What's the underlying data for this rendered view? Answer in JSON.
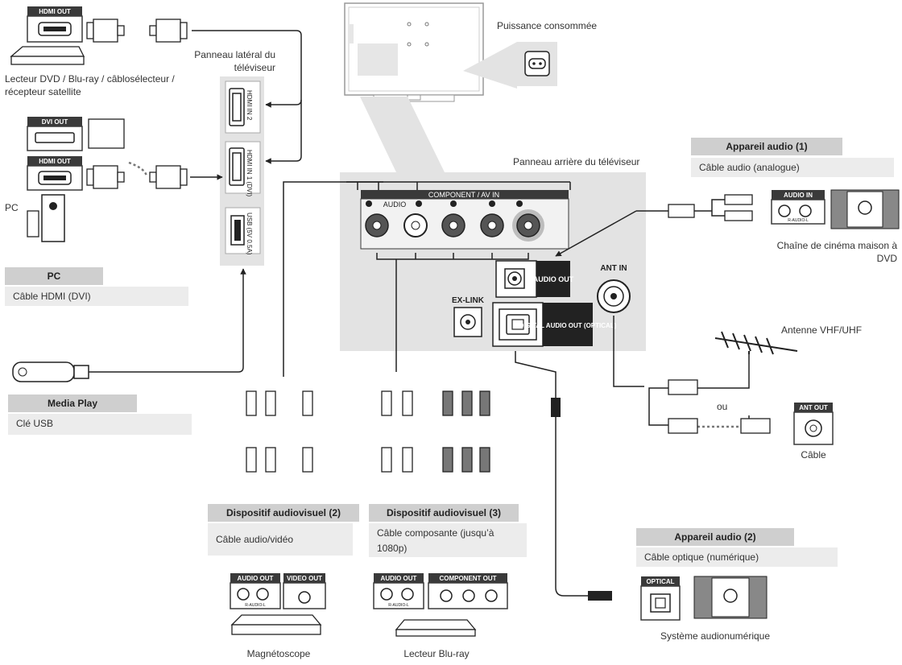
{
  "colors": {
    "panel_bg": "#e3e3e3",
    "cable": "#222222",
    "title_bg": "#cfcfcf",
    "desc_bg": "#ececec",
    "label_dark": "#3a3a3a"
  },
  "tv_labels": {
    "power": "Puissance consommée",
    "side_panel": "Panneau latéral du téléviseur",
    "rear_panel": "Panneau arrière du téléviseur"
  },
  "side_ports": {
    "hdmi2": "HDMI IN 2",
    "hdmi1": "HDMI IN 1 (DVI)",
    "usb": "USB (5V 0.5A)"
  },
  "rear_ports": {
    "component_header": "COMPONENT / AV IN",
    "audio": "AUDIO",
    "audio_out": "AUDIO OUT",
    "ex_link": "EX-LINK",
    "digital_out": "DIGITAL AUDIO OUT (OPTICAL)",
    "ant_in": "ANT IN"
  },
  "devices": {
    "dvd_label": "Lecteur DVD / Blu-ray / câblosélecteur / récepteur satellite",
    "hdmi_out": "HDMI OUT",
    "dvi_out": "DVI OUT",
    "pc_label": "PC",
    "home_theater": "Chaîne de cinéma maison à DVD",
    "audio_in": "AUDIO IN",
    "r_audio_l": "R-AUDIO-L",
    "antenna": "Antenne VHF/UHF",
    "ou": "ou",
    "ant_out": "ANT OUT",
    "cable_tv": "Câble",
    "optical": "OPTICAL",
    "digital_system": "Système audionumérique",
    "audio_out": "AUDIO OUT",
    "video_out": "VIDEO OUT",
    "component_out": "COMPONENT OUT",
    "vcr": "Magnétoscope",
    "bluray": "Lecteur Blu-ray"
  },
  "boxes": {
    "pc": {
      "title": "PC",
      "desc": "Câble HDMI (DVI)"
    },
    "media": {
      "title": "Media Play",
      "desc": "Clé USB"
    },
    "audio1": {
      "title": "Appareil audio (1)",
      "desc": "Câble audio (analogue)"
    },
    "av2": {
      "title": "Dispositif audiovisuel (2)",
      "desc": "Câble audio/vidéo"
    },
    "av3": {
      "title": "Dispositif audiovisuel (3)",
      "desc": "Câble composante (jusqu’à 1080p)"
    },
    "audio2": {
      "title": "Appareil audio (2)",
      "desc": "Câble optique (numérique)"
    }
  }
}
